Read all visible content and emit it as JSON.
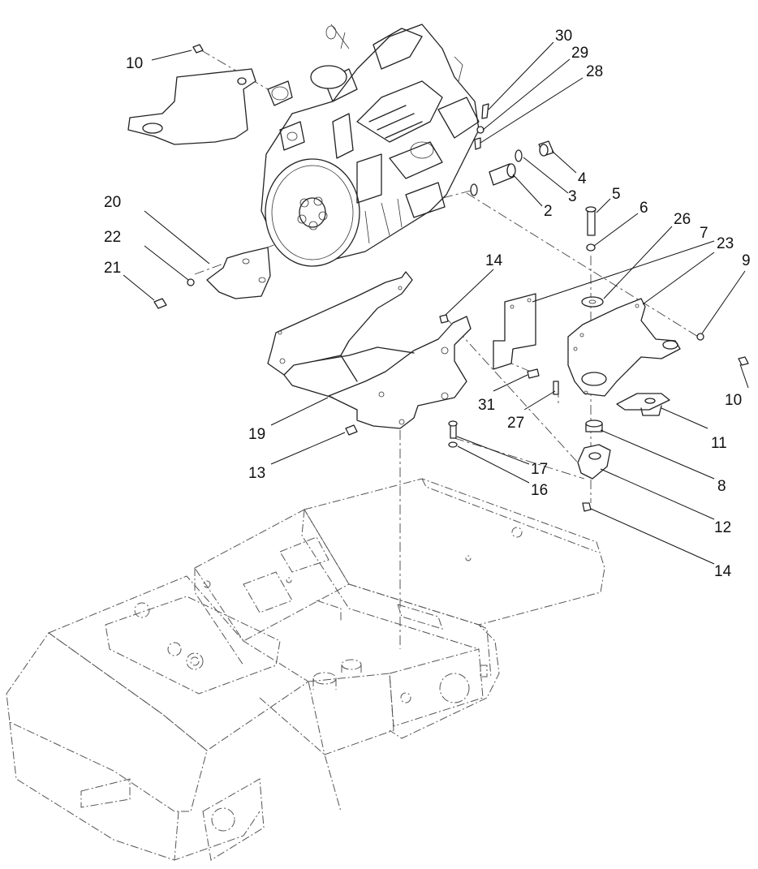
{
  "diagram": {
    "callouts": [
      {
        "id": "c30",
        "text": "30"
      },
      {
        "id": "c29",
        "text": "29"
      },
      {
        "id": "c28",
        "text": "28"
      },
      {
        "id": "c10a",
        "text": "10"
      },
      {
        "id": "c4",
        "text": "4"
      },
      {
        "id": "c3",
        "text": "3"
      },
      {
        "id": "c2",
        "text": "2"
      },
      {
        "id": "c5",
        "text": "5"
      },
      {
        "id": "c6",
        "text": "6"
      },
      {
        "id": "c26",
        "text": "26"
      },
      {
        "id": "c7",
        "text": "7"
      },
      {
        "id": "c23",
        "text": "23"
      },
      {
        "id": "c9",
        "text": "9"
      },
      {
        "id": "c20",
        "text": "20"
      },
      {
        "id": "c22",
        "text": "22"
      },
      {
        "id": "c21",
        "text": "21"
      },
      {
        "id": "c14a",
        "text": "14"
      },
      {
        "id": "c10b",
        "text": "10"
      },
      {
        "id": "c31",
        "text": "31"
      },
      {
        "id": "c27",
        "text": "27"
      },
      {
        "id": "c11",
        "text": "11"
      },
      {
        "id": "c19",
        "text": "19"
      },
      {
        "id": "c13",
        "text": "13"
      },
      {
        "id": "c17",
        "text": "17"
      },
      {
        "id": "c16",
        "text": "16"
      },
      {
        "id": "c8",
        "text": "8"
      },
      {
        "id": "c12",
        "text": "12"
      },
      {
        "id": "c14b",
        "text": "14"
      }
    ]
  }
}
